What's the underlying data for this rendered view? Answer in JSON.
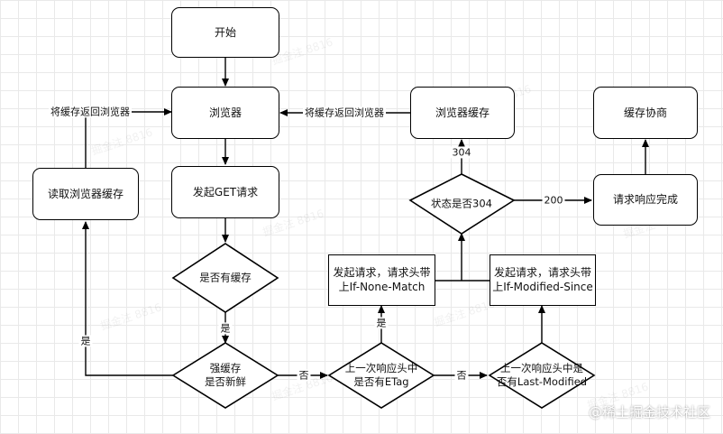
{
  "nodes": {
    "start": "开始",
    "browser": "浏览器",
    "send_get": "发起GET请求",
    "has_cache": "是否有缓存",
    "strong_cache": "强缓存\n是否新鲜",
    "read_cache": "读取浏览器缓存",
    "has_etag": "上一次响应头中\n是否有ETag",
    "has_last_modified": "上一次响应头中是\n否有Last-Modified",
    "req_if_none_match": "发起请求，请求头带\n上If-None-Match",
    "req_if_modified_since": "发起请求，请求头带\n上If-Modified-Since",
    "status_304": "状态是否304",
    "browser_cache": "浏览器缓存",
    "request_response_done": "请求响应完成",
    "cache_negotiation": "缓存协商"
  },
  "edges": {
    "return_cache_left": "将缓存返回浏览器",
    "return_cache_right": "将缓存返回浏览器",
    "yes_has_cache": "是",
    "yes_fresh": "是",
    "no_fresh": "否",
    "yes_etag": "是",
    "no_etag": "否",
    "code_304": "304",
    "code_200": "200"
  },
  "watermark": {
    "corner": "@稀土掘金技术社区",
    "tile": "掘金注 8816"
  }
}
